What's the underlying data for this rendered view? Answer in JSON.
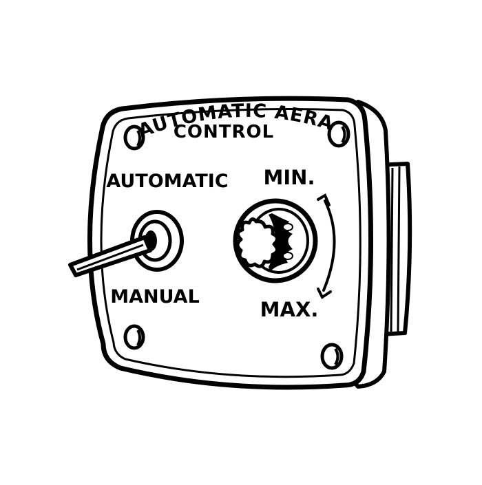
{
  "panel": {
    "title_line1": "AUTOMATIC AERATOR",
    "title_line2": "CONTROL"
  },
  "toggle_switch": {
    "label_top": "AUTOMATIC",
    "label_bottom": "MANUAL"
  },
  "knob": {
    "label_top": "MIN.",
    "label_bottom": "MAX."
  },
  "colors": {
    "ink": "#000000",
    "paper": "#ffffff"
  }
}
